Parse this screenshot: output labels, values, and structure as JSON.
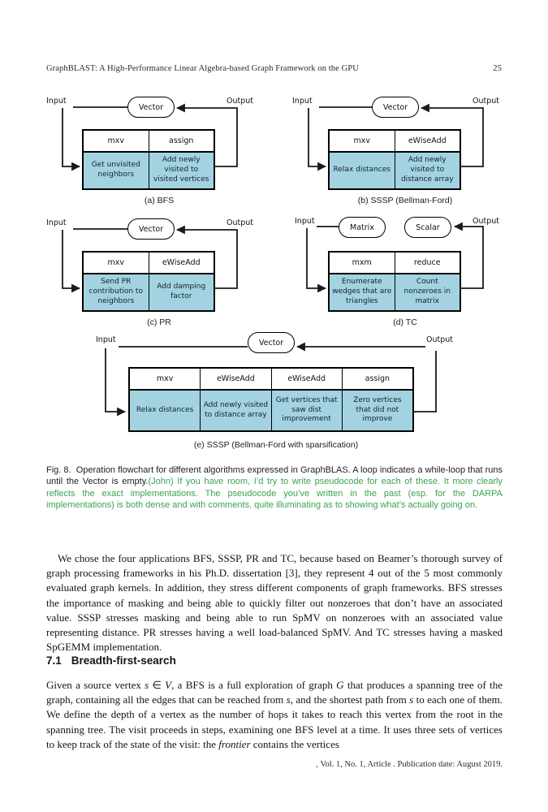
{
  "header": {
    "title": "GraphBLAST: A High-Performance Linear Algebra-based Graph Framework on the GPU",
    "page_number": "25"
  },
  "diagrams": {
    "a": {
      "input_label": "Input",
      "output_label": "Output",
      "node": "Vector",
      "cols": [
        {
          "op": "mxv",
          "desc": "Get unvisited neighbors"
        },
        {
          "op": "assign",
          "desc": "Add newly visited to visited vertices"
        }
      ],
      "caption": "(a) BFS"
    },
    "b": {
      "input_label": "Input",
      "output_label": "Output",
      "node": "Vector",
      "cols": [
        {
          "op": "mxv",
          "desc": "Relax distances"
        },
        {
          "op": "eWiseAdd",
          "desc": "Add newly visited to distance array"
        }
      ],
      "caption": "(b) SSSP (Bellman-Ford)"
    },
    "c": {
      "input_label": "Input",
      "output_label": "Output",
      "node": "Vector",
      "cols": [
        {
          "op": "mxv",
          "desc": "Send PR contribution to neighbors"
        },
        {
          "op": "eWiseAdd",
          "desc": "Add damping factor"
        }
      ],
      "caption": "(c) PR"
    },
    "d": {
      "input_label": "Input",
      "output_label": "Output",
      "node_left": "Matrix",
      "node_right": "Scalar",
      "cols": [
        {
          "op": "mxm",
          "desc": "Enumerate wedges that are triangles"
        },
        {
          "op": "reduce",
          "desc": "Count nonzeroes in matrix"
        }
      ],
      "caption": "(d) TC"
    },
    "e": {
      "input_label": "Input",
      "output_label": "Output",
      "node": "Vector",
      "cols": [
        {
          "op": "mxv",
          "desc": "Relax distances"
        },
        {
          "op": "eWiseAdd",
          "desc": "Add newly visited to distance array"
        },
        {
          "op": "eWiseAdd",
          "desc": "Get vertices that saw dist improvement"
        },
        {
          "op": "assign",
          "desc": "Zero vertices that did not improve"
        }
      ],
      "caption": "(e) SSSP (Bellman-Ford with sparsification)"
    }
  },
  "figure_caption": {
    "black": "Fig. 8.  Operation flowchart for different algorithms expressed in GraphBLAS. A loop indicates a while-loop that runs until the Vector is empty.",
    "green": "(John) If you have room, I’d try to write pseudocode for each of these. It more clearly reflects the exact implementations. The pseudocode you’ve written in the past (esp. for the DARPA implementations) is both dense and with comments, quite illuminating as to showing what’s actually going on."
  },
  "body": {
    "paragraph1": "We chose the four applications BFS, SSSP, PR and TC, because based on Beamer’s thorough survey of graph processing frameworks in his Ph.D. dissertation [3], they represent 4 out of the 5 most commonly evaluated graph kernels. In addition, they stress different components of graph frameworks. BFS stresses the importance of masking and being able to quickly filter out nonzeroes that don’t have an associated value. SSSP stresses masking and being able to run SpMV on nonzeroes with an associated value representing distance. PR stresses having a well load-balanced SpMV. And TC stresses having a masked SpGEMM implementation.",
    "section": {
      "number": "7.1",
      "title": "Breadth-first-search"
    },
    "paragraph2_segments": [
      {
        "t": "Given a source vertex "
      },
      {
        "t": "s",
        "cls": "it"
      },
      {
        "t": " ∈ "
      },
      {
        "t": "V",
        "cls": "it"
      },
      {
        "t": ", a BFS is a full exploration of graph "
      },
      {
        "t": "G",
        "cls": "it"
      },
      {
        "t": " that produces a spanning tree of the graph, containing all the edges that can be reached from "
      },
      {
        "t": "s",
        "cls": "it"
      },
      {
        "t": ", and the shortest path from "
      },
      {
        "t": "s",
        "cls": "it"
      },
      {
        "t": " to each one of them. We define the depth of a vertex as the number of hops it takes to reach this vertex from the root in the spanning tree. The visit proceeds in steps, examining one BFS level at a time. It uses three sets of vertices to keep track of the state of the visit: the "
      },
      {
        "t": "frontier",
        "cls": "it"
      },
      {
        "t": " contains the vertices"
      }
    ]
  },
  "footer": {
    "text": ", Vol. 1, No. 1, Article . Publication date: August 2019."
  },
  "colors": {
    "cell_blue": "#a3d3e1",
    "comment_green": "#3aa34d",
    "line_black": "#1a1a1a"
  }
}
